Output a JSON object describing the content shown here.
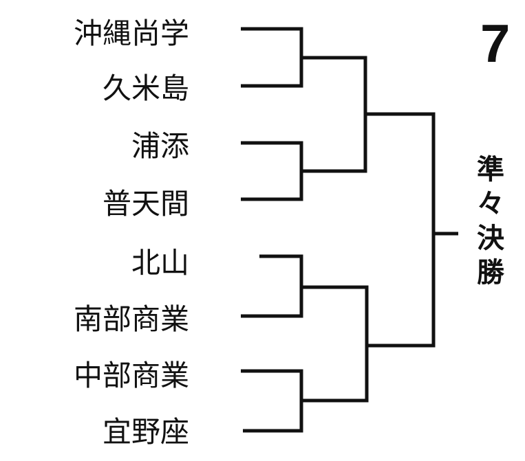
{
  "bracket_number": "7",
  "round_label": [
    "準",
    "々",
    "決",
    "勝"
  ],
  "teams": [
    "沖縄尚学",
    "久米島",
    "浦添",
    "普天間",
    "北山",
    "南部商業",
    "中部商業",
    "宜野座"
  ]
}
